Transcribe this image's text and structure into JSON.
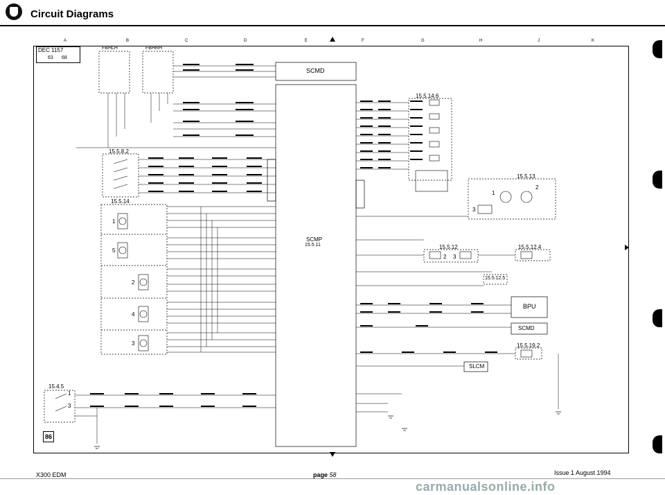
{
  "header": {
    "title": "Circuit Diagrams"
  },
  "grid_letters": [
    "A",
    "B",
    "C",
    "D",
    "E",
    "F",
    "G",
    "H",
    "J",
    "K"
  ],
  "date_stamp": {
    "date": "DEC 1157",
    "line2": "63",
    "line3": "68"
  },
  "connectors": {
    "fbhlh": "FBHLH",
    "fbhrh": "FBHRH",
    "scmd_top": "SCMD",
    "scmp": "SCMP",
    "scmp_ref": "15.5.11",
    "bpu": "BPU",
    "scmd_right": "SCMD",
    "slcm": "SLCM"
  },
  "refs": {
    "r1": "15.5.8.2",
    "r2": "15.5.14",
    "r3": "15.5.14.6",
    "r4": "15.5.13",
    "r5": "15.5.12",
    "r6": "15.5.12.4",
    "r7": "15.5.12.5",
    "r8": "15.5.19.2",
    "r9": "15.4.5",
    "page_box": "86"
  },
  "component_numbers": [
    "1",
    "5",
    "2",
    "4",
    "3",
    "1",
    "2",
    "3",
    "2",
    "3",
    "1",
    "3"
  ],
  "footer": {
    "left": "X300 EDM",
    "page_label": "page",
    "page_num": "58",
    "issue": "Issue 1 August 1994"
  },
  "watermark": "carmanualsonline.info"
}
